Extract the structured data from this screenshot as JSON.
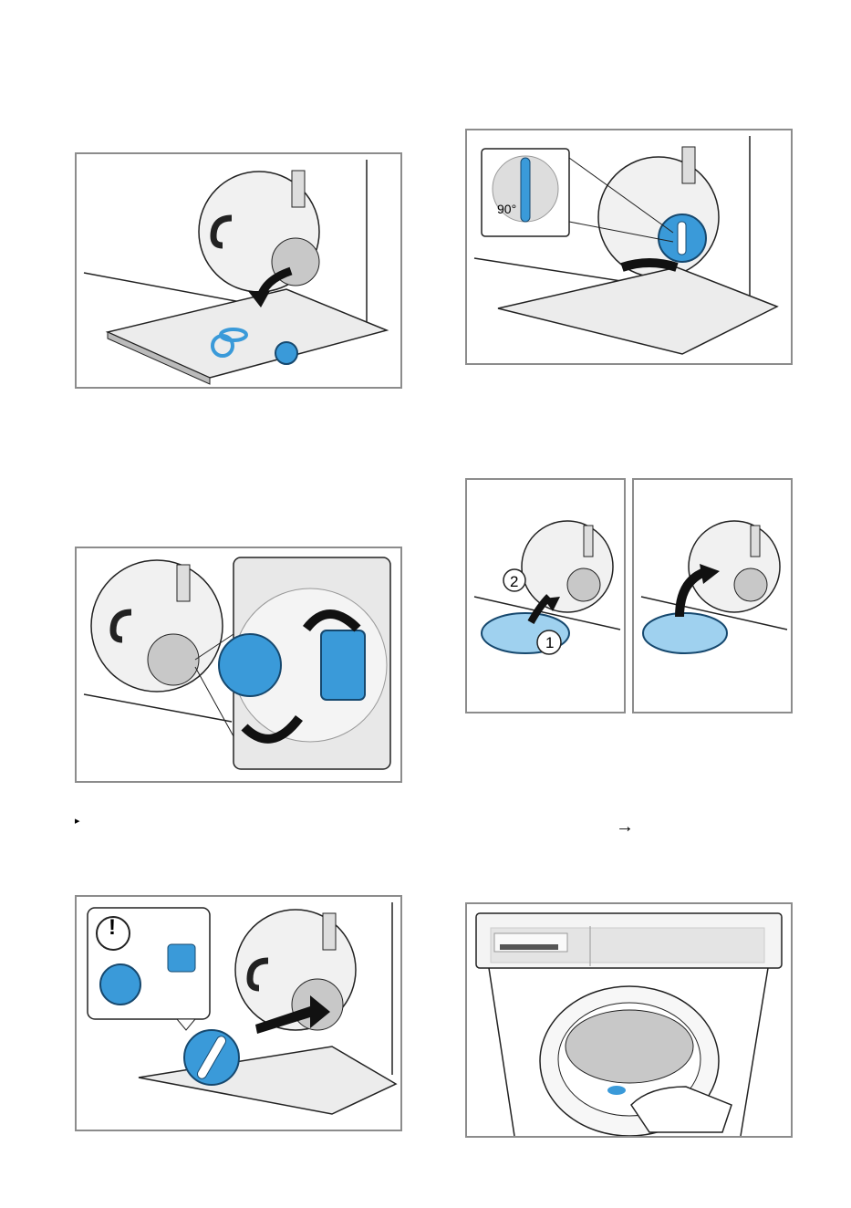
{
  "figure1": {
    "alt": ""
  },
  "figure2": {
    "angle_label": "90°"
  },
  "figure3": {
    "alt": ""
  },
  "figure4a": {
    "step_1": "1",
    "step_2": "2"
  },
  "figure4b": {
    "alt": ""
  },
  "figure5": {
    "warning_symbol": "!"
  },
  "figure6": {
    "alt": ""
  },
  "markers": {
    "bullet": "▸",
    "arrow": "→"
  },
  "colors": {
    "accent_blue": "#3a9ad9",
    "light_blue": "#9fd1ef",
    "panel_border": "#8c8c8c",
    "grey_fill": "#c8c8c8",
    "dark": "#1a1a1a"
  }
}
